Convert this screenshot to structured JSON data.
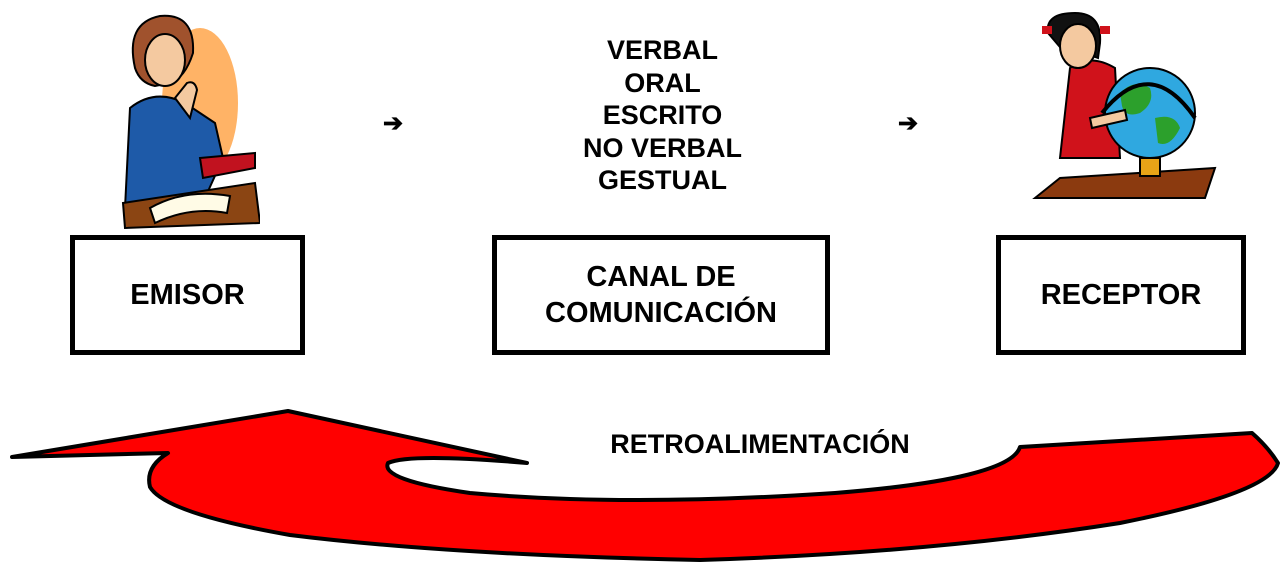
{
  "channel_types": [
    "VERBAL",
    "ORAL",
    "ESCRITO",
    "NO VERBAL",
    "GESTUAL"
  ],
  "nodes": {
    "emisor": {
      "label": "EMISOR"
    },
    "canal": {
      "label_line1": "CANAL DE",
      "label_line2": "COMUNICACIÓN"
    },
    "receptor": {
      "label": "RECEPTOR"
    }
  },
  "feedback": {
    "label": "RETROALIMENTACIÓN",
    "color": "#ff0000"
  },
  "icons": {
    "arrow_glyph": "➔",
    "emisor_picture": "woman-at-desk-icon",
    "receptor_picture": "girl-with-globe-icon"
  }
}
